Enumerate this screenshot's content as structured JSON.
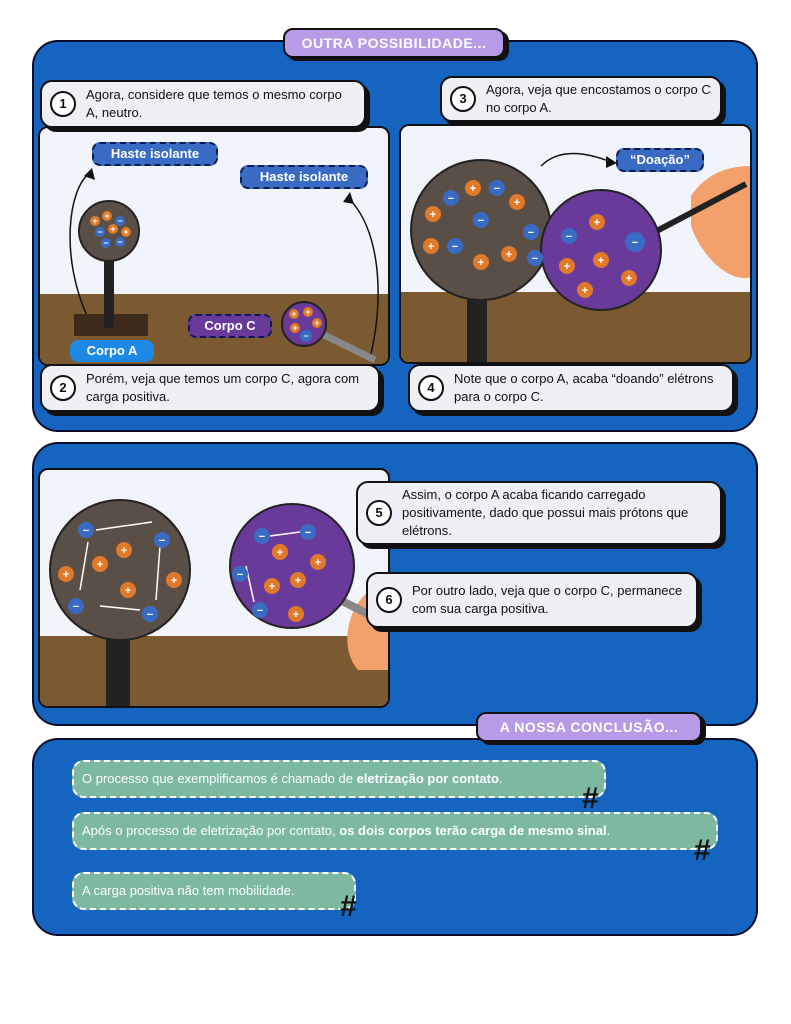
{
  "top_banner": {
    "label": "OUTRA POSSIBILIDADE..."
  },
  "bottom_banner": {
    "label": "A NOSSA CONCLUSÃO..."
  },
  "steps": [
    {
      "number": "1",
      "text": "Agora, considere que temos o mesmo corpo A, neutro."
    },
    {
      "number": "2",
      "text": "Porém, veja que temos um corpo C, agora com carga positiva."
    },
    {
      "number": "3",
      "text": "Agora, veja que encostamos o corpo C no corpo A."
    },
    {
      "number": "4",
      "text": "Note que o corpo A, acaba “doando” elétrons para o corpo C."
    },
    {
      "number": "5",
      "text": "Assim, o corpo A acaba ficando carregado positivamente, dado que possui mais prótons que elétrons."
    },
    {
      "number": "6",
      "text": "Por outro lado, veja que o corpo C, permanece com sua carga positiva."
    }
  ],
  "panel1": {
    "haste_label_1": "Haste isolante",
    "haste_label_2": "Haste isolante",
    "corpo_c_label": "Corpo C",
    "corpo_a_label": "Corpo A"
  },
  "panel3": {
    "doacao_label": "“Doação”"
  },
  "conclusions": [
    {
      "prefix": "O processo que exemplificamos é chamado de ",
      "bold": "eletrização por contato",
      "suffix": "."
    },
    {
      "prefix": "Após o processo de eletrização por contato, ",
      "bold": "os dois corpos terão carga de mesmo sinal",
      "suffix": "."
    },
    {
      "prefix": "A carga positiva não tem mobilidade.",
      "bold": "",
      "suffix": ""
    }
  ],
  "hashtag_glyph": "#",
  "colors": {
    "section_blue": "#1565c0",
    "banner_purple": "#b89be6",
    "ground_brown": "#7b5a32",
    "body_a_gray": "#5a4f47",
    "body_c_purple": "#6a3a9a",
    "proton_orange": "#e07a2a",
    "electron_blue": "#3a6bc4",
    "conclusion_green": "#7cb9a0",
    "hand_skin": "#f4a06a"
  },
  "icons": {
    "proton": "plus-circle",
    "electron": "minus-circle"
  }
}
